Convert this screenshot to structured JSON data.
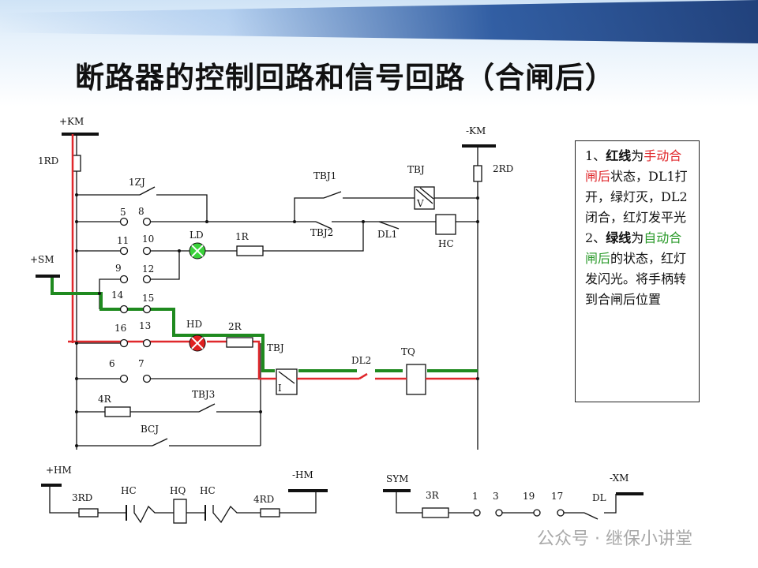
{
  "title": "断路器的控制回路和信号回路（合闸后）",
  "note": {
    "item1_num": "1、",
    "item1_bold": "红线",
    "item1_a": "为",
    "item1_color": "手动合闸后",
    "item1_rest": "状态，DL1打开，绿灯灭，DL2闭合，红灯发平光",
    "item2_num": "2、",
    "item2_bold": "绿线",
    "item2_a": "为",
    "item2_color": "自动合闸后",
    "item2_rest": "的状态，红灯发闪光。将手柄转到合闸后位置"
  },
  "labels": {
    "pkm": "+KM",
    "nkm": "-KM",
    "rd1": "1RD",
    "rd2": "2RD",
    "zj1": "1ZJ",
    "psm": "+SM",
    "c5": "5",
    "c8": "8",
    "c11": "11",
    "c10": "10",
    "c9": "9",
    "c12": "12",
    "c14": "14",
    "c15": "15",
    "c16": "16",
    "c13": "13",
    "c6": "6",
    "c7": "7",
    "ld": "LD",
    "r1": "1R",
    "hd": "HD",
    "r2": "2R",
    "tbj_lower": "TBJ",
    "tbj_i": "I",
    "r4": "4R",
    "tbj3": "TBJ3",
    "bcj": "BCJ",
    "tbj1": "TBJ1",
    "tbj_upper": "TBJ",
    "tbj_v": "V",
    "tbj2": "TBJ2",
    "dl1": "DL1",
    "hc": "HC",
    "dl2": "DL2",
    "tq": "TQ",
    "phm": "+HM",
    "nhm": "-HM",
    "rd3": "3RD",
    "hc_a": "HC",
    "hq": "HQ",
    "hc_b": "HC",
    "rd4": "4RD",
    "sym": "SYM",
    "r3": "3R",
    "t1": "1",
    "t3": "3",
    "t19": "19",
    "t17": "17",
    "dl": "DL",
    "nxm": "-XM"
  },
  "colors": {
    "manual_path": "#e0282c",
    "auto_path": "#1f8a1f",
    "green_lamp": "#3ad23a",
    "red_lamp": "#e02020"
  },
  "watermark": "公众号 · 继保小讲堂"
}
